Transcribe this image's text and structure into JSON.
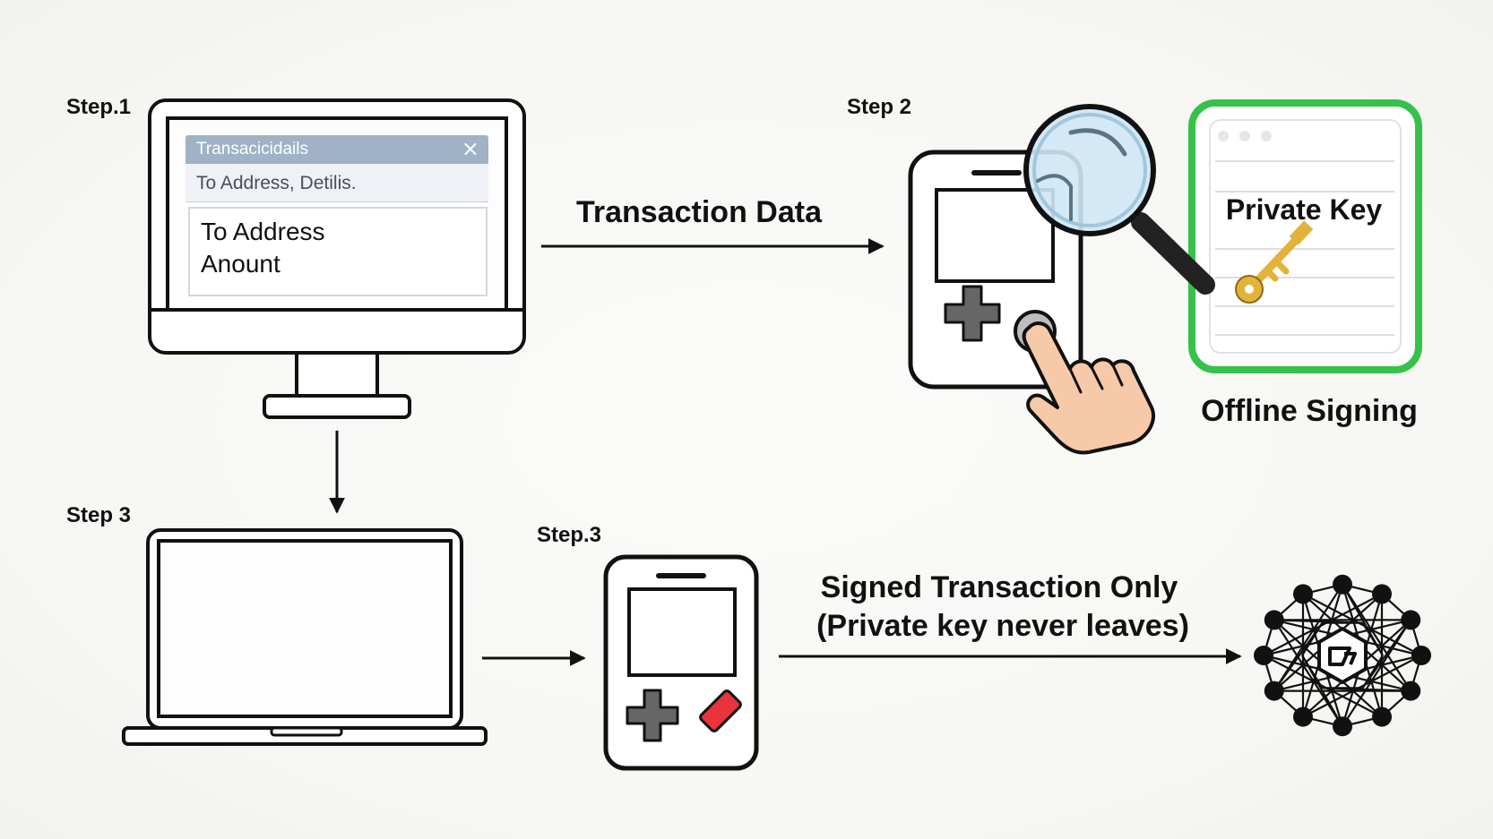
{
  "steps": {
    "step1": "Step.1",
    "step2": "Step 2",
    "step3_left": "Step 3",
    "step3_right": "Step.3"
  },
  "desktop_window": {
    "title": "Transacicidails",
    "subtitle": "To Address, Detilis.",
    "line1": "To Address",
    "line2": "Anount"
  },
  "labels": {
    "transaction_data": "Transaction Data",
    "private_key": "Private Key",
    "offline_signing": "Offline Signing",
    "signed_line1": "Signed Transaction Only",
    "signed_line2": "(Private key never leaves)"
  },
  "colors": {
    "green_border": "#35c24a",
    "key_gold": "#e2b23a",
    "skin": "#f6c9a8",
    "red_button": "#e8343a",
    "magnifier_glass": "#cfe7f5"
  },
  "icons": [
    "desktop-monitor-icon",
    "hardware-wallet-icon",
    "magnifier-icon",
    "pointing-hand-icon",
    "private-key-document-icon",
    "key-icon",
    "laptop-icon",
    "blockchain-network-icon"
  ]
}
